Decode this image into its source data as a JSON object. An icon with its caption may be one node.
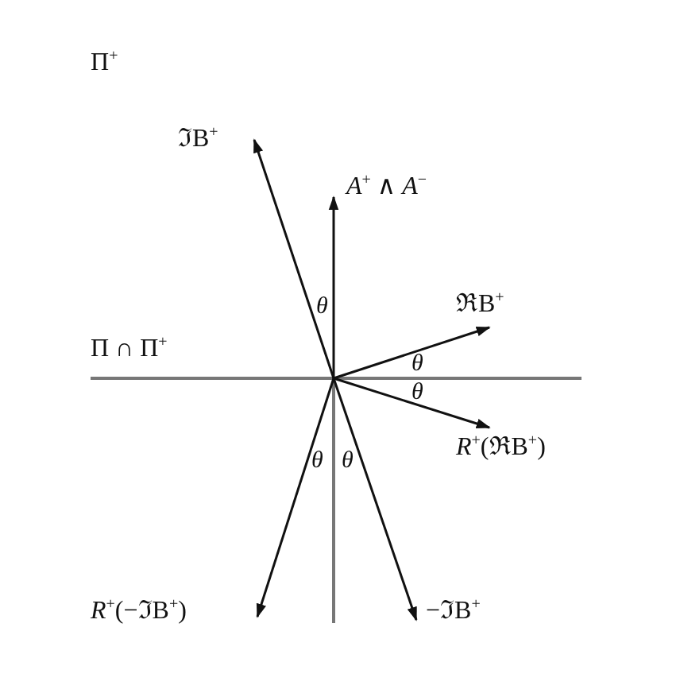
{
  "diagram": {
    "nodes": [
      {
        "text": [
          "ℑB$^{+}$"
        ]
      },
      {
        "text": [
          "*A*$^{+}$ ∧ *A*$^{−}$"
        ]
      },
      {
        "text": [
          "ℜB$^{+}$"
        ]
      },
      {
        "text": [
          "*R*$^{+}$(ℜB$^{+}$)"
        ]
      },
      {
        "text": [
          "*R*$^{+}$(−ℑB$^{+}$)"
        ]
      },
      {
        "text": [
          "−ℑB$^{+}$"
        ]
      }
    ],
    "edges": [
      {
        "from": null,
        "to": 0,
        "arrow": "to"
      },
      {
        "from": null,
        "to": 1,
        "arrow": "to"
      },
      {
        "from": null,
        "to": 2,
        "arrow": "to"
      },
      {
        "from": null,
        "to": 3,
        "arrow": "to"
      },
      {
        "from": null,
        "to": 4,
        "arrow": "to"
      },
      {
        "from": null,
        "to": 5,
        "arrow": "to"
      }
    ],
    "labels": [
      "Π$^{+}$",
      "Π ∩ Π$^{+}$",
      "θ",
      "θ",
      "θ",
      "θ",
      "θ"
    ]
  }
}
